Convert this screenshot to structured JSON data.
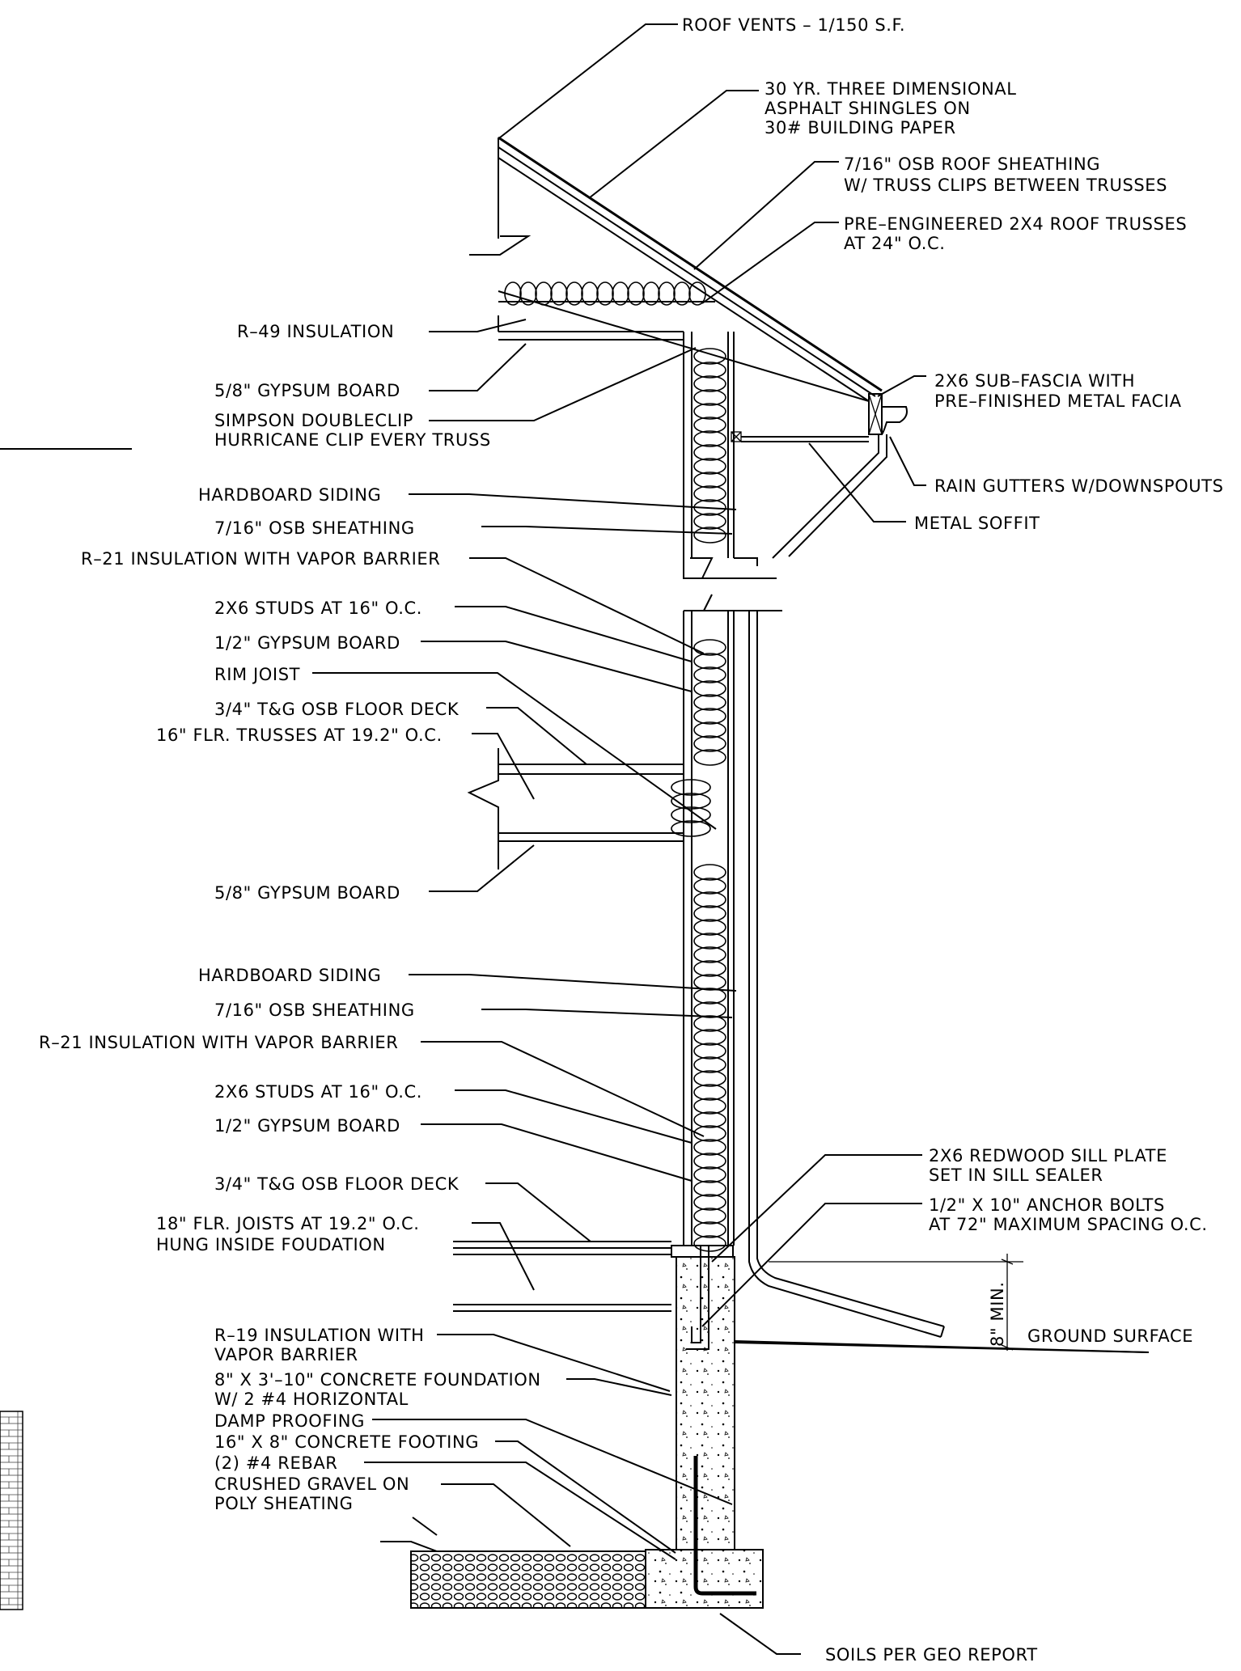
{
  "callouts": {
    "roof_vents": "ROOF VENTS – 1/150 S.F.",
    "shingles": [
      "30 YR. THREE DIMENSIONAL",
      "ASPHALT SHINGLES ON",
      "30# BUILDING PAPER"
    ],
    "roof_sheathing": [
      "7/16\" OSB ROOF SHEATHING",
      "W/ TRUSS CLIPS BETWEEN TRUSSES"
    ],
    "roof_trusses": [
      "PRE–ENGINEERED 2X4 ROOF TRUSSES",
      "AT 24\" O.C."
    ],
    "r49": "R–49 INSULATION",
    "gyp_ceiling": "5/8\" GYPSUM BOARD",
    "hurricane_clip": [
      "SIMPSON DOUBLECLIP",
      "HURRICANE CLIP EVERY TRUSS"
    ],
    "sub_fascia": [
      "2X6 SUB–FASCIA WITH",
      "PRE–FINISHED METAL FACIA"
    ],
    "rain_gutters": "RAIN GUTTERS W/DOWNSPOUTS",
    "metal_soffit": "METAL SOFFIT",
    "upper_wall": {
      "siding": "HARDBOARD SIDING",
      "sheathing": "7/16\" OSB SHEATHING",
      "insulation": "R–21 INSULATION WITH VAPOR BARRIER",
      "studs": "2X6 STUDS AT 16\" O.C.",
      "gypsum": "1/2\" GYPSUM BOARD"
    },
    "rim_joist": "RIM JOIST",
    "floor_deck_upper": "3/4\" T&G OSB FLOOR DECK",
    "floor_trusses": "16\" FLR. TRUSSES AT 19.2\" O.C.",
    "gyp_floor_ceiling": "5/8\" GYPSUM BOARD",
    "lower_wall": {
      "siding": "HARDBOARD SIDING",
      "sheathing": "7/16\" OSB SHEATHING",
      "insulation": "R–21 INSULATION WITH VAPOR BARRIER",
      "studs": "2X6 STUDS AT 16\" O.C.",
      "gypsum": "1/2\" GYPSUM BOARD"
    },
    "floor_deck_lower": "3/4\" T&G OSB FLOOR DECK",
    "floor_joists": [
      "18\" FLR. JOISTS AT 19.2\" O.C.",
      "HUNG INSIDE FOUDATION"
    ],
    "sill_plate": [
      "2X6 REDWOOD SILL PLATE",
      "SET IN SILL SEALER"
    ],
    "anchor_bolts": [
      "1/2\" X 10\" ANCHOR BOLTS",
      "AT 72\" MAXIMUM SPACING O.C."
    ],
    "min_dim": "8\" MIN.",
    "ground_surface": "GROUND SURFACE",
    "r19": [
      "R–19 INSULATION WITH",
      "VAPOR BARRIER"
    ],
    "foundation": [
      "8\" X 3'–10\" CONCRETE FOUNDATION",
      "W/ 2 #4 HORIZONTAL"
    ],
    "damp_proofing": "DAMP PROOFING",
    "footing": "16\" X 8\" CONCRETE FOOTING",
    "rebar": "(2) #4 REBAR",
    "gravel": [
      "CRUSHED GRAVEL ON",
      "POLY SHEATING"
    ],
    "soils": "SOILS PER GEO REPORT"
  }
}
